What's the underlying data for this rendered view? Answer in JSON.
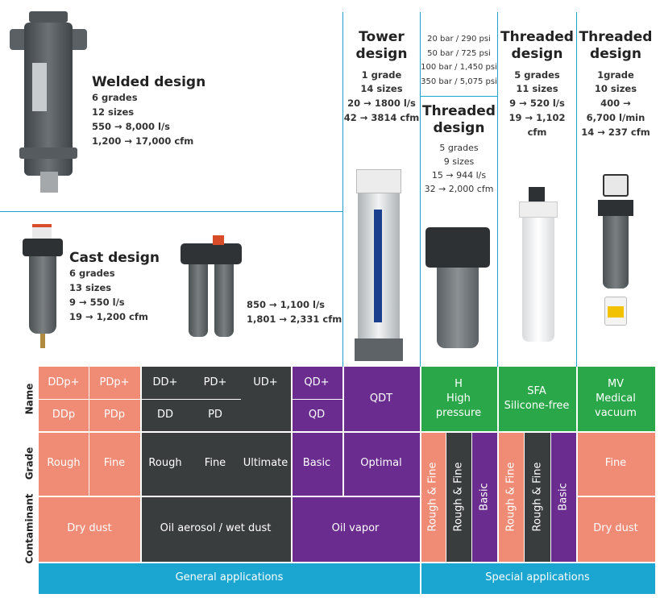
{
  "products": {
    "welded": {
      "title": "Welded design",
      "specs": [
        "6 grades",
        "12 sizes",
        "550 → 8,000 l/s",
        "1,200 → 17,000 cfm"
      ]
    },
    "cast": {
      "title": "Cast design",
      "specs": [
        "6 grades",
        "13 sizes",
        "9 → 550 l/s",
        "19 → 1,200 cfm"
      ]
    },
    "cast_large": {
      "specs": [
        "850 → 1,100 l/s",
        "1,801 → 2,331 cfm"
      ]
    },
    "tower": {
      "title": "Tower design",
      "specs": [
        "1 grade",
        "14 sizes",
        "20 → 1800 l/s",
        "42 → 3814 cfm"
      ]
    },
    "threaded_h": {
      "pressures": [
        "20 bar / 290 psi",
        "50 bar / 725 psi",
        "100 bar / 1,450 psi",
        "350 bar / 5,075 psi"
      ],
      "title": "Threaded design",
      "specs": [
        "5 grades",
        "9 sizes",
        "15 → 944 l/s",
        "32 → 2,000 cfm"
      ]
    },
    "threaded_sfa": {
      "title": "Threaded design",
      "specs": [
        "5 grades",
        "11 sizes",
        "9 → 520 l/s",
        "19 → 1,102 cfm"
      ]
    },
    "threaded_mv": {
      "title": "Threaded design",
      "specs": [
        "1grade",
        "10 sizes",
        "400 →",
        "6,700 l/min",
        "14 → 237 cfm"
      ]
    }
  },
  "row_labels": {
    "name": "Name",
    "grade": "Grade",
    "contaminant": "Contaminant"
  },
  "names": {
    "ddp_plus": "DDp+",
    "pdp_plus": "PDp+",
    "ddp": "DDp",
    "pdp": "PDp",
    "dd_plus": "DD+",
    "pd_plus": "PD+",
    "ud_plus": "UD+",
    "dd": "DD",
    "pd": "PD",
    "qd_plus": "QD+",
    "qd": "QD",
    "qdt": "QDT",
    "h": "H\nHigh\npressure",
    "sfa": "SFA\nSilicone-free",
    "mv": "MV\nMedical\nvacuum"
  },
  "grades": {
    "rough1": "Rough",
    "fine1": "Fine",
    "rough2": "Rough",
    "fine2": "Fine",
    "ultimate": "Ultimate",
    "basic": "Basic",
    "optimal": "Optimal",
    "mv_fine": "Fine"
  },
  "vertical": {
    "h_rf_salmon": "Rough & Fine",
    "h_rf_dark": "Rough & Fine",
    "h_basic": "Basic",
    "s_rf_salmon": "Rough & Fine",
    "s_rf_dark": "Rough & Fine",
    "s_basic": "Basic"
  },
  "contaminants": {
    "dry1": "Dry dust",
    "oil": "Oil aerosol / wet dust",
    "vapor": "Oil vapor",
    "dry2": "Dry dust"
  },
  "applications": {
    "general": "General applications",
    "special": "Special applications"
  },
  "colors": {
    "salmon": "#f08c76",
    "dark": "#3a3d3e",
    "purple": "#6a2c8e",
    "green": "#2aa748",
    "blue": "#1aa6d0"
  }
}
